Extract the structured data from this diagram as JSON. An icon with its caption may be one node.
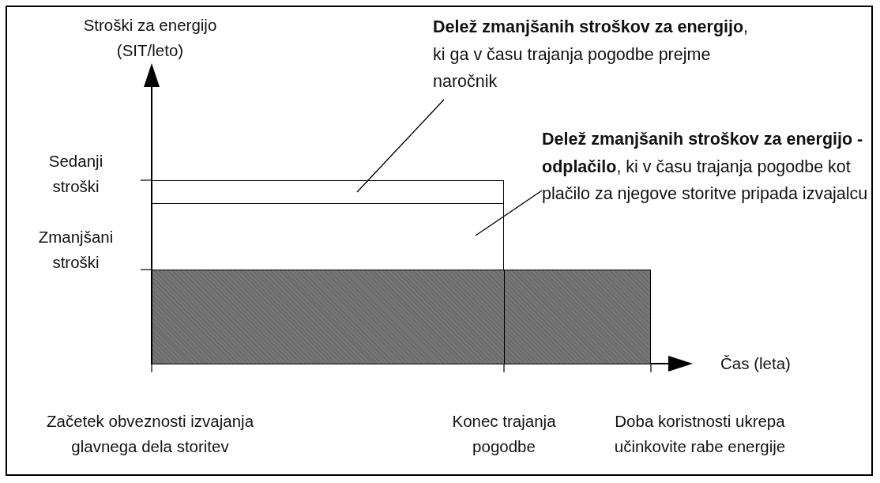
{
  "diagram": {
    "nodes": [
      {
        "text": [
          "**Delež zmanjšanih stroškov za energijo**, ki ga v času trajanja pogodbe prejme naročnik"
        ]
      },
      {
        "text": [],
        "shape": "box"
      },
      {
        "text": [
          "**Delež zmanjšanih stroškov za energijo - odplačilo**, ki v času trajanja pogodbe kot plačilo za njegove storitve pripada izvajalcu"
        ]
      },
      {
        "text": [],
        "shape": "box"
      },
      {
        "text": [],
        "shape": "bar"
      }
    ],
    "edges": [
      {
        "from": 0,
        "to": 1,
        "arrow": "none"
      },
      {
        "from": 2,
        "to": 3,
        "arrow": "none"
      }
    ],
    "labels": [
      "Stroški za energijo (SIT/leto)",
      "Sedanji stroški",
      "Zmanjšani stroški",
      "Čas (leta)",
      "Začetek obveznosti izvajanja glavnega dela storitev",
      "Konec trajanja pogodbe",
      "Doba koristnosti ukrepa učinkovite rabe energije"
    ]
  }
}
